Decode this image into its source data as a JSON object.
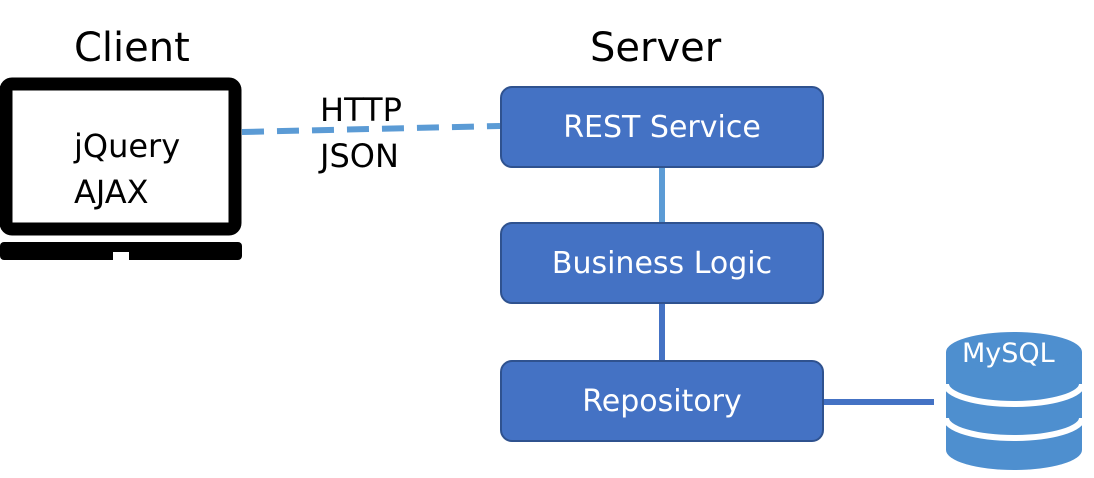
{
  "client": {
    "title": "Client",
    "lines": [
      "jQuery",
      "AJAX"
    ]
  },
  "server": {
    "title": "Server",
    "layers": [
      "REST Service",
      "Business Logic",
      "Repository"
    ]
  },
  "protocol": {
    "lines": [
      "HTTP",
      "JSON"
    ]
  },
  "database": {
    "label": "MySQL"
  },
  "icons": {
    "client": "laptop-icon",
    "database": "database-icon"
  },
  "colors": {
    "box_fill": "#4472c4",
    "box_border": "#2f528f",
    "connector": "#5b9bd5",
    "laptop": "#000000",
    "database_fill": "#4e8fcf"
  }
}
